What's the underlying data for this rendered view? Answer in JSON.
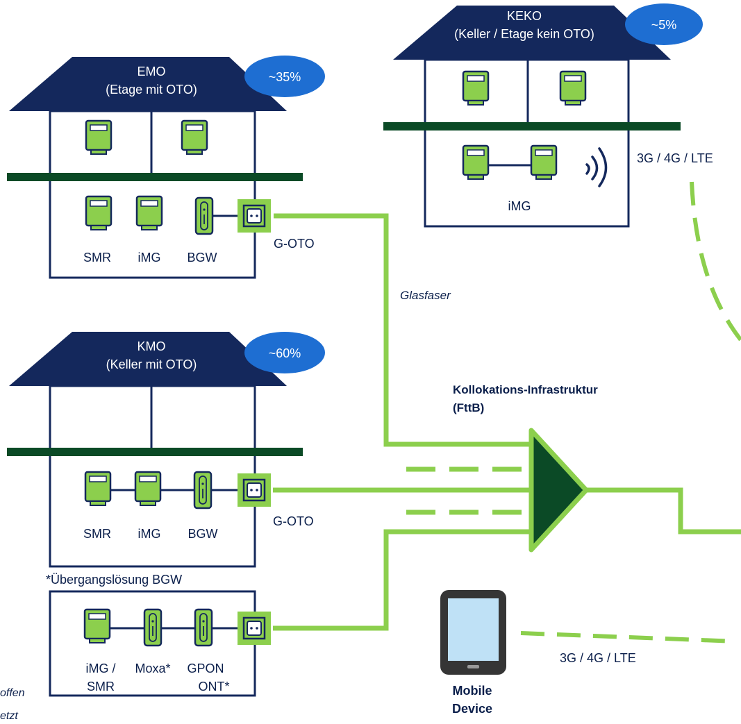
{
  "colors": {
    "navy": "#14285c",
    "dark_green": "#0b4a26",
    "light_green": "#8ccf4d",
    "bubble_blue": "#1e6ed2",
    "text_navy": "#0b1f4b",
    "tablet_screen": "#bfe1f6"
  },
  "houses": {
    "emo": {
      "title_line1": "EMO",
      "title_line2": "(Etage mit OTO)",
      "share": "~35%",
      "device_labels": [
        "SMR",
        "iMG",
        "BGW"
      ],
      "oto_label": "G-OTO"
    },
    "keko": {
      "title_line1": "KEKO",
      "title_line2": "(Keller / Etage kein OTO)",
      "share": "~5%",
      "device_label": "iMG",
      "wireless_label": "3G / 4G / LTE"
    },
    "kmo": {
      "title_line1": "KMO",
      "title_line2": "(Keller mit OTO)",
      "share": "~60%",
      "device_labels": [
        "SMR",
        "iMG",
        "BGW"
      ],
      "oto_label": "G-OTO",
      "transition_label": "*Übergangslösung BGW",
      "transition_device_labels": {
        "img_smr_line1": "iMG /",
        "img_smr_line2": "SMR",
        "moxa": "Moxa*",
        "gpon_line1": "GPON",
        "gpon_line2": "ONT*"
      }
    }
  },
  "fiber_label": "Glasfaser",
  "infrastructure": {
    "line1": "Kollokations-Infrastruktur",
    "line2": "(FttB)"
  },
  "mobile": {
    "label_line1": "Mobile",
    "label_line2": "Device",
    "wireless_label": "3G / 4G / LTE"
  },
  "footnotes": {
    "line1": "offen",
    "line2": "etzt"
  },
  "icons": {
    "meter": "meter-icon",
    "gateway": "gateway-icon",
    "socket": "fiber-socket-icon",
    "wifi": "wireless-signal-icon",
    "tablet": "tablet-icon",
    "amplifier": "triangle-node-icon"
  }
}
